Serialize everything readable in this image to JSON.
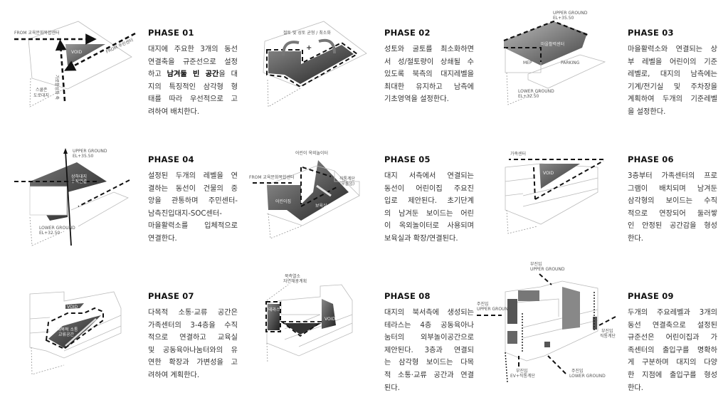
{
  "phases": [
    {
      "title": "PHASE 01",
      "lines": [
        "대지에 주요한 3개의 동선",
        "연결축을 규준선으로 설정",
        [
          {
            "t": "하고 "
          },
          {
            "t": "남겨둘 빈 공간",
            "b": true
          },
          {
            "t": "을 대"
          }
        ],
        "지의 특징적인 삼각형 형",
        "태를 따라 우선적으로 고",
        "려하여 배치한다."
      ]
    },
    {
      "title": "PHASE 02",
      "lines": [
        "성토와 굴토를 최소화하면",
        "서 성/절토량이 상쇄될 수",
        "있도록 북측의 대지레벨을",
        "최대한 유지하고 남측에",
        "기초영역을 설정한다."
      ]
    },
    {
      "title": "PHASE 03",
      "lines": [
        "마을활력소와 연결되는 상",
        "부 레벨을 어린이의 기준",
        "레벨로, 대지의 남측에는",
        "기계/전기실 및 주차장을",
        "계획하여 두개의 기준레벨",
        "을 설정한다."
      ]
    },
    {
      "title": "PHASE 04",
      "lines": [
        "설정된 두개의 레벨을 연",
        "결하는 동선이 건물의 중",
        "앙을 관통하며 주민센터-",
        "남측진입대지-SOC센터-",
        "마을활력소를 입체적으로",
        "연결한다."
      ]
    },
    {
      "title": "PHASE 05",
      "lines": [
        "대지 서측에서 연결되는",
        "동선이 어린이집 주요진",
        "입로 제안된다. 초기단계",
        "의 남겨둔 보이드는 어린",
        "이 옥외놀이터로 사용되며",
        "보육실과 확장/연결된다."
      ]
    },
    {
      "title": "PHASE 06",
      "lines": [
        "3층부터 가족센터의 프로",
        "그램이 배치되며 남겨둔",
        "삼각형의 보이드는 수직",
        "적으로 연장되어 둘러쌓",
        "인 안정된 공간감을 형성",
        "한다."
      ]
    },
    {
      "title": "PHASE 07",
      "lines": [
        "다목적 소통·교류 공간은",
        "가족센터의 3-4층을 수직",
        "적으로 연결하고 교육실",
        "및 공동육아나눔터와의 유",
        "연한 확장과 가변성을 고",
        "려하여 계획한다."
      ]
    },
    {
      "title": "PHASE 08",
      "lines": [
        "대지의 북서측에 생성되는",
        "테라스는 4층 공동육아나",
        "눔터의 외부놀이공간으로",
        "제안된다. 3층과 연결되",
        "는 삼각형 보이드는 다목",
        "적 소통·교류 공간과 연결",
        "된다."
      ]
    },
    {
      "title": "PHASE 09",
      "lines": [
        "두개의 주요레벨과 3개의",
        "동선 연결축으로 설정된",
        "규준선은 어린이집과 가",
        "족센터의 출입구를 명확하",
        "게 구분하며 대지의 다양",
        "한 지점에 출입구를 형성",
        "한다."
      ]
    }
  ],
  "diagrams": {
    "p1": {
      "from_edu": "FROM 교육문화복합센터",
      "from_community": "FROM 주민센터",
      "void": "VOID",
      "street_axis": "가로활성화 축",
      "school_zone_1": "스쿨존",
      "school_zone_2": "도로대지"
    },
    "p2": {
      "cut_fill": "절토 및 성토 균형 / 최소화"
    },
    "p3": {
      "upper": "UPPER GROUND",
      "upper_el": "EL+35.50",
      "center": "마을활력센터",
      "mep": "MEP",
      "parking": "PARKING",
      "lower": "LOWER GROUND",
      "lower_el": "EL+32.50"
    },
    "p4": {
      "upper": "UPPER GROUND",
      "upper_el": "EL+35.50",
      "link_1": "상하대지",
      "link_2": "수직연결",
      "lower": "LOWER GROUND",
      "lower_el": "EL+32.50"
    },
    "p5": {
      "playground": "어린이 옥외놀이터",
      "from_edu": "FROM 교육문화복합센터",
      "stair_1": "직통계단",
      "stair_2": "(부출입)",
      "daycare": "어린이집",
      "nursery": "보육실"
    },
    "p6": {
      "family": "가족센터",
      "void": "VOID"
    },
    "p7": {
      "void": "VOID",
      "space_1": "다목적 소통",
      "space_2": "교류공간"
    },
    "p8": {
      "north_1": "북측열소",
      "north_2": "자연채광계획",
      "terrace": "테라스",
      "void": "VOID"
    },
    "p9": {
      "sub_top_1": "부진입",
      "sub_top_2": "UPPER GROUND",
      "main_left_1": "주진입",
      "main_left_2": "UPPER GROUND",
      "sub_right_1": "부진입",
      "sub_right_2": "직통계단",
      "sub_bottom_1": "부진입",
      "sub_bottom_2": "EV+직통계단",
      "main_bottom_1": "주진입",
      "main_bottom_2": "LOWER GROUND"
    }
  }
}
